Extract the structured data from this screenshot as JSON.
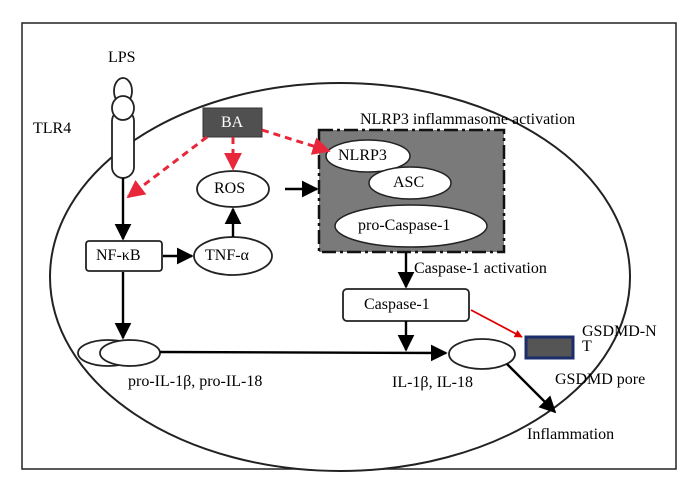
{
  "diagram": {
    "receptor": {
      "ligand": "LPS",
      "receptor": "TLR4"
    },
    "ba_label": "BA",
    "ros_label": "ROS",
    "nfkb_label": "NF-κB",
    "tnf_label": "TNF-α",
    "inflammasome": {
      "title": "NLRP3 inflammasome activation",
      "nlrp3": "NLRP3",
      "asc": "ASC",
      "pro_caspase": "pro-Caspase-1"
    },
    "caspase_activation": "Caspase-1 activation",
    "caspase1": "Caspase-1",
    "gsdmd_nt": "GSDMD-NT",
    "gsdmd_pore": "GSDMD pore",
    "pro_il": "pro-IL-1β, pro-IL-18",
    "il": "IL-1β, IL-18",
    "inflammation": "Inflammation",
    "colors": {
      "inhibit_arrow": "#e8283a",
      "activation_arrow": "#e00000",
      "ba_fill": "#505050",
      "inflammasome_fill": "#7a7a7a",
      "gsdmd_fill": "#555555",
      "gsdmd_border": "#1c2d6b"
    }
  }
}
